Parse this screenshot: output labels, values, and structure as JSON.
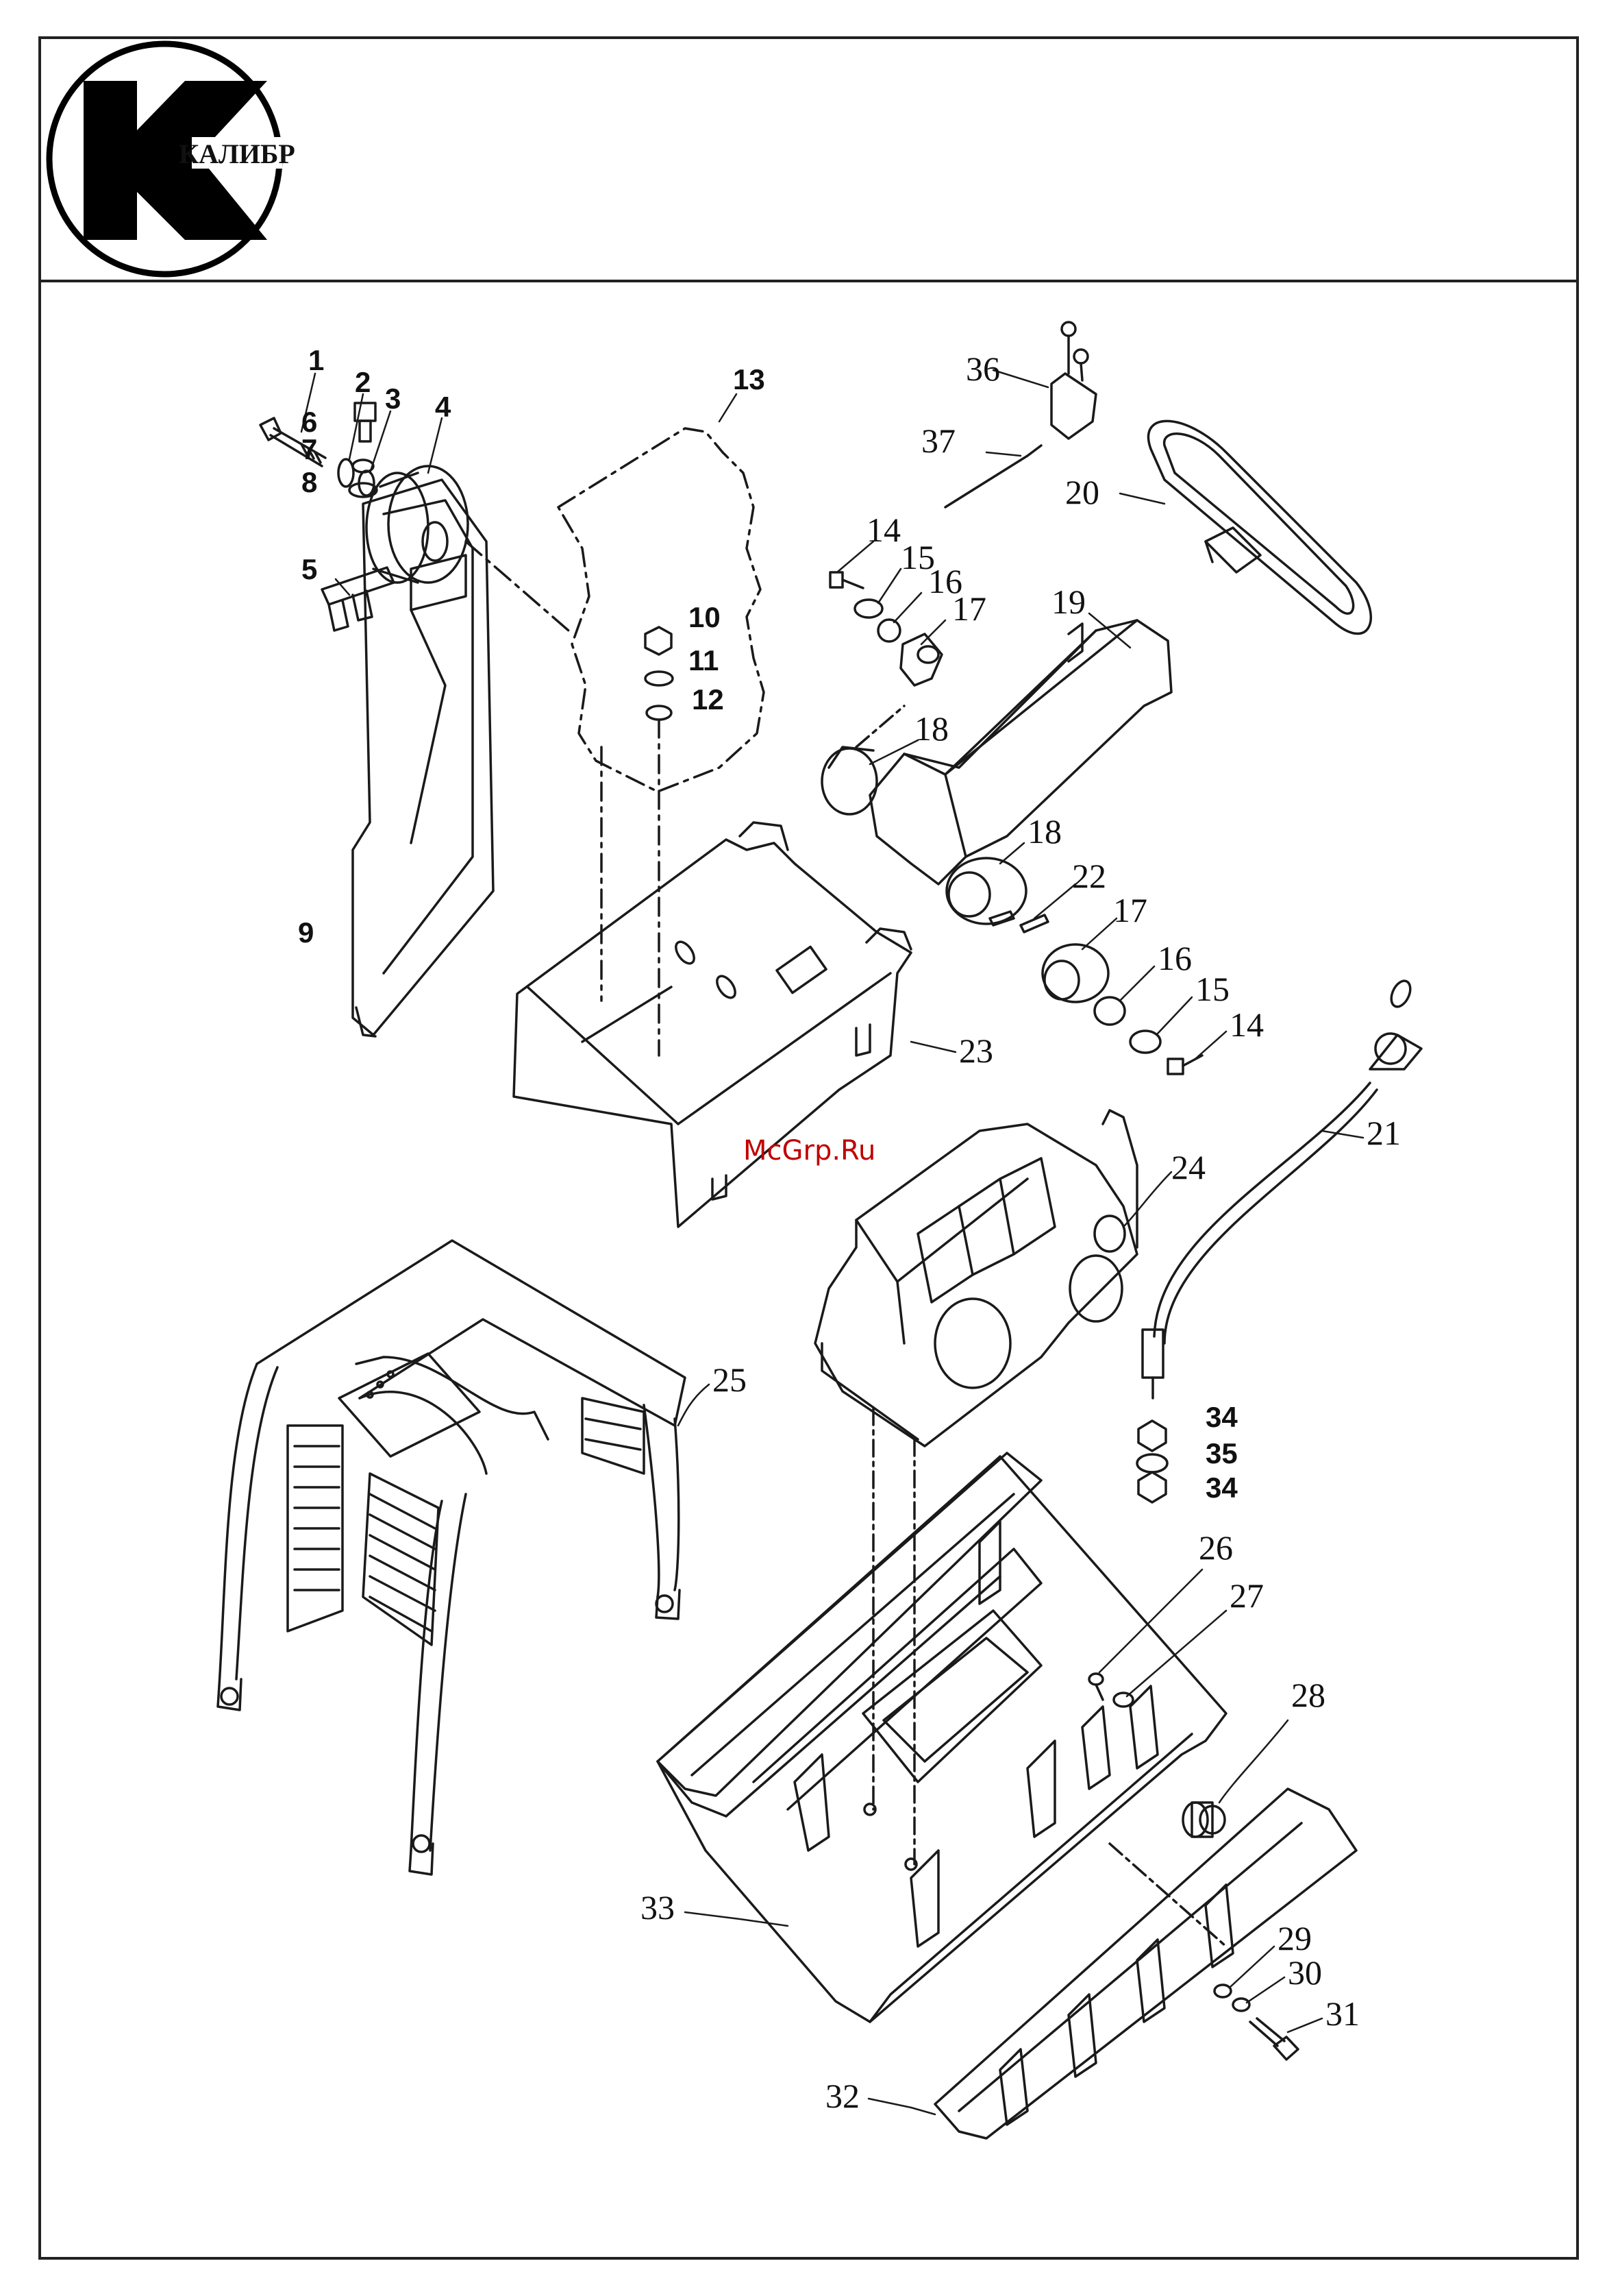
{
  "logo": {
    "text": "КАЛИБР"
  },
  "watermark": "McGrp.Ru",
  "parts": [
    {
      "id": "p1",
      "label": "1"
    },
    {
      "id": "p2",
      "label": "2"
    },
    {
      "id": "p3",
      "label": "3"
    },
    {
      "id": "p4",
      "label": "4"
    },
    {
      "id": "p5",
      "label": "5"
    },
    {
      "id": "p6",
      "label": "6"
    },
    {
      "id": "p7",
      "label": "7"
    },
    {
      "id": "p8",
      "label": "8"
    },
    {
      "id": "p9",
      "label": "9"
    },
    {
      "id": "p10",
      "label": "10"
    },
    {
      "id": "p11",
      "label": "11"
    },
    {
      "id": "p12",
      "label": "12"
    },
    {
      "id": "p13",
      "label": "13"
    },
    {
      "id": "p14a",
      "label": "14"
    },
    {
      "id": "p15a",
      "label": "15"
    },
    {
      "id": "p16a",
      "label": "16"
    },
    {
      "id": "p17a",
      "label": "17"
    },
    {
      "id": "p18a",
      "label": "18"
    },
    {
      "id": "p19",
      "label": "19"
    },
    {
      "id": "p20",
      "label": "20"
    },
    {
      "id": "p36",
      "label": "36"
    },
    {
      "id": "p37",
      "label": "37"
    },
    {
      "id": "p18b",
      "label": "18"
    },
    {
      "id": "p22",
      "label": "22"
    },
    {
      "id": "p17b",
      "label": "17"
    },
    {
      "id": "p16b",
      "label": "16"
    },
    {
      "id": "p15b",
      "label": "15"
    },
    {
      "id": "p14b",
      "label": "14"
    },
    {
      "id": "p21",
      "label": "21"
    },
    {
      "id": "p23",
      "label": "23"
    },
    {
      "id": "p24",
      "label": "24"
    },
    {
      "id": "p25",
      "label": "25"
    },
    {
      "id": "p34a",
      "label": "34"
    },
    {
      "id": "p35",
      "label": "35"
    },
    {
      "id": "p34b",
      "label": "34"
    },
    {
      "id": "p26",
      "label": "26"
    },
    {
      "id": "p27",
      "label": "27"
    },
    {
      "id": "p28",
      "label": "28"
    },
    {
      "id": "p33",
      "label": "33"
    },
    {
      "id": "p29",
      "label": "29"
    },
    {
      "id": "p30",
      "label": "30"
    },
    {
      "id": "p31",
      "label": "31"
    },
    {
      "id": "p32",
      "label": "32"
    }
  ]
}
